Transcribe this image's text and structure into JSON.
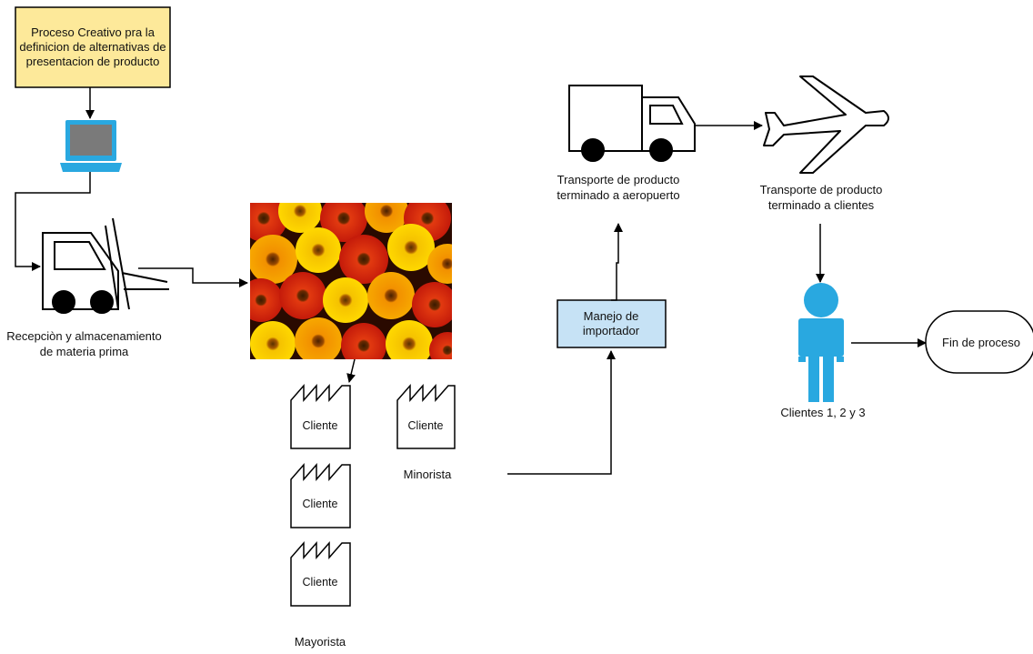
{
  "creative_box": {
    "text": "Proceso Creativo pra la definicion de alternativas de presentacion de producto",
    "fill": "#fde99a"
  },
  "reception": {
    "label": "Recepciòn y almacenamiento de materia prima"
  },
  "clients_factories": {
    "label": "Cliente"
  },
  "minorista": {
    "label": "Minorista"
  },
  "mayorista": {
    "label": "Mayorista"
  },
  "importer_box": {
    "text": "Manejo de importador",
    "fill": "#c6e2f5"
  },
  "truck": {
    "label": "Transporte de producto terminado a aeropuerto"
  },
  "plane": {
    "label": "Transporte de producto terminado a clientes"
  },
  "clients_person": {
    "label": "Clientes 1, 2 y 3",
    "color": "#29a8e0"
  },
  "end": {
    "label": "Fin de proceso"
  },
  "icons": [
    "laptop-icon",
    "forklift-icon",
    "flowers-image",
    "factory-icon",
    "truck-icon",
    "airplane-icon",
    "person-icon"
  ]
}
